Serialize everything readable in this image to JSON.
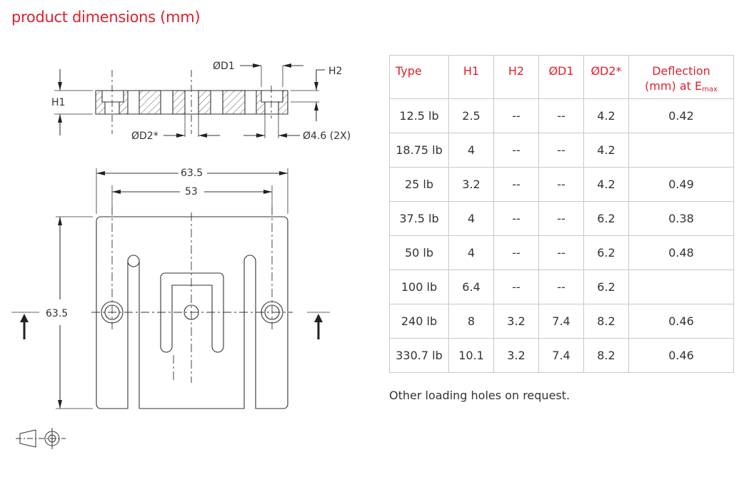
{
  "title": "product dimensions (mm)",
  "drawing": {
    "labels": {
      "d1": "ØD1",
      "h2": "H2",
      "h1": "H1",
      "d2": "ØD2*",
      "hole": "Ø4.6 (2X)",
      "width_outer": "63.5",
      "width_inner": "53",
      "height": "63.5"
    },
    "projection_symbol": "projection-symbol-icon"
  },
  "table": {
    "headers": [
      "Type",
      "H1",
      "H2",
      "ØD1",
      "ØD2*",
      "Deflection",
      "(mm) at E",
      "max"
    ],
    "rows": [
      [
        "12.5 lb",
        "2.5",
        "--",
        "--",
        "4.2",
        "0.42"
      ],
      [
        "18.75 lb",
        "4",
        "--",
        "--",
        "4.2",
        ""
      ],
      [
        "25 lb",
        "3.2",
        "--",
        "--",
        "4.2",
        "0.49"
      ],
      [
        "37.5 lb",
        "4",
        "--",
        "--",
        "6.2",
        "0.38"
      ],
      [
        "50 lb",
        "4",
        "--",
        "--",
        "6.2",
        "0.48"
      ],
      [
        "100 lb",
        "6.4",
        "--",
        "--",
        "6.2",
        ""
      ],
      [
        "240 lb",
        "8",
        "3.2",
        "7.4",
        "8.2",
        "0.46"
      ],
      [
        "330.7 lb",
        "10.1",
        "3.2",
        "7.4",
        "8.2",
        "0.46"
      ]
    ]
  },
  "note": "Other loading holes on request.",
  "colors": {
    "accent": "#e11f2c",
    "line": "#333333"
  }
}
